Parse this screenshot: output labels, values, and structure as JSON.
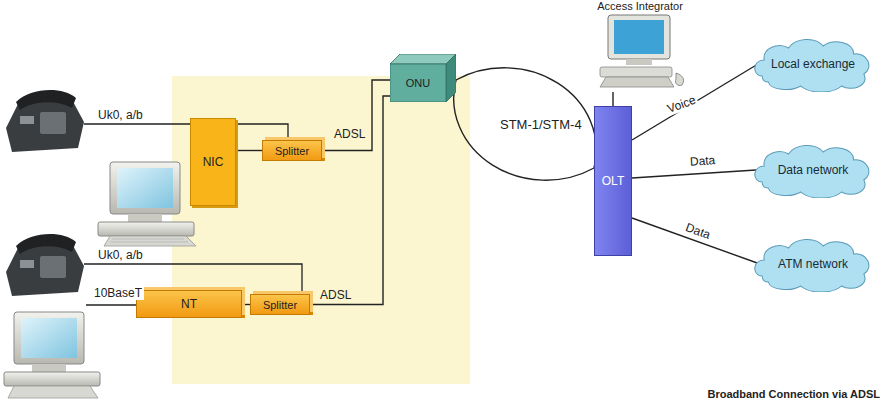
{
  "diagram": {
    "caption": "Broadband Connection via ADSL",
    "nodes": [
      {
        "text": [
          "NIC"
        ]
      },
      {
        "text": [
          "Splitter"
        ]
      },
      {
        "text": [
          "ONU"
        ]
      },
      {
        "text": [
          "NT"
        ]
      },
      {
        "text": [
          "Splitter"
        ]
      },
      {
        "text": [
          "Access Integrator"
        ]
      },
      {
        "text": [
          "OLT"
        ]
      },
      {
        "text": [
          "Local exchange"
        ]
      },
      {
        "text": [
          "Data network"
        ]
      },
      {
        "text": [
          "ATM network"
        ]
      }
    ],
    "edges": [
      {
        "from": 0,
        "to": 1,
        "arrow": "none"
      },
      {
        "from": 1,
        "to": 2,
        "label": "ADSL",
        "arrow": "none"
      },
      {
        "from": 3,
        "to": 4,
        "arrow": "none"
      },
      {
        "from": 4,
        "to": 2,
        "label": "ADSL",
        "arrow": "none"
      },
      {
        "from": 2,
        "to": 6,
        "label": "STM-1/STM-4",
        "arrow": "none"
      },
      {
        "from": 5,
        "to": 6,
        "arrow": "none"
      },
      {
        "from": 6,
        "to": 7,
        "label": "Voice",
        "arrow": "none"
      },
      {
        "from": 6,
        "to": 8,
        "label": "Data",
        "arrow": "none"
      },
      {
        "from": 6,
        "to": 9,
        "label": "Data",
        "arrow": "none"
      }
    ],
    "labels": [
      "Uk0, a/b",
      "Uk0, a/b",
      "10BaseT"
    ]
  }
}
